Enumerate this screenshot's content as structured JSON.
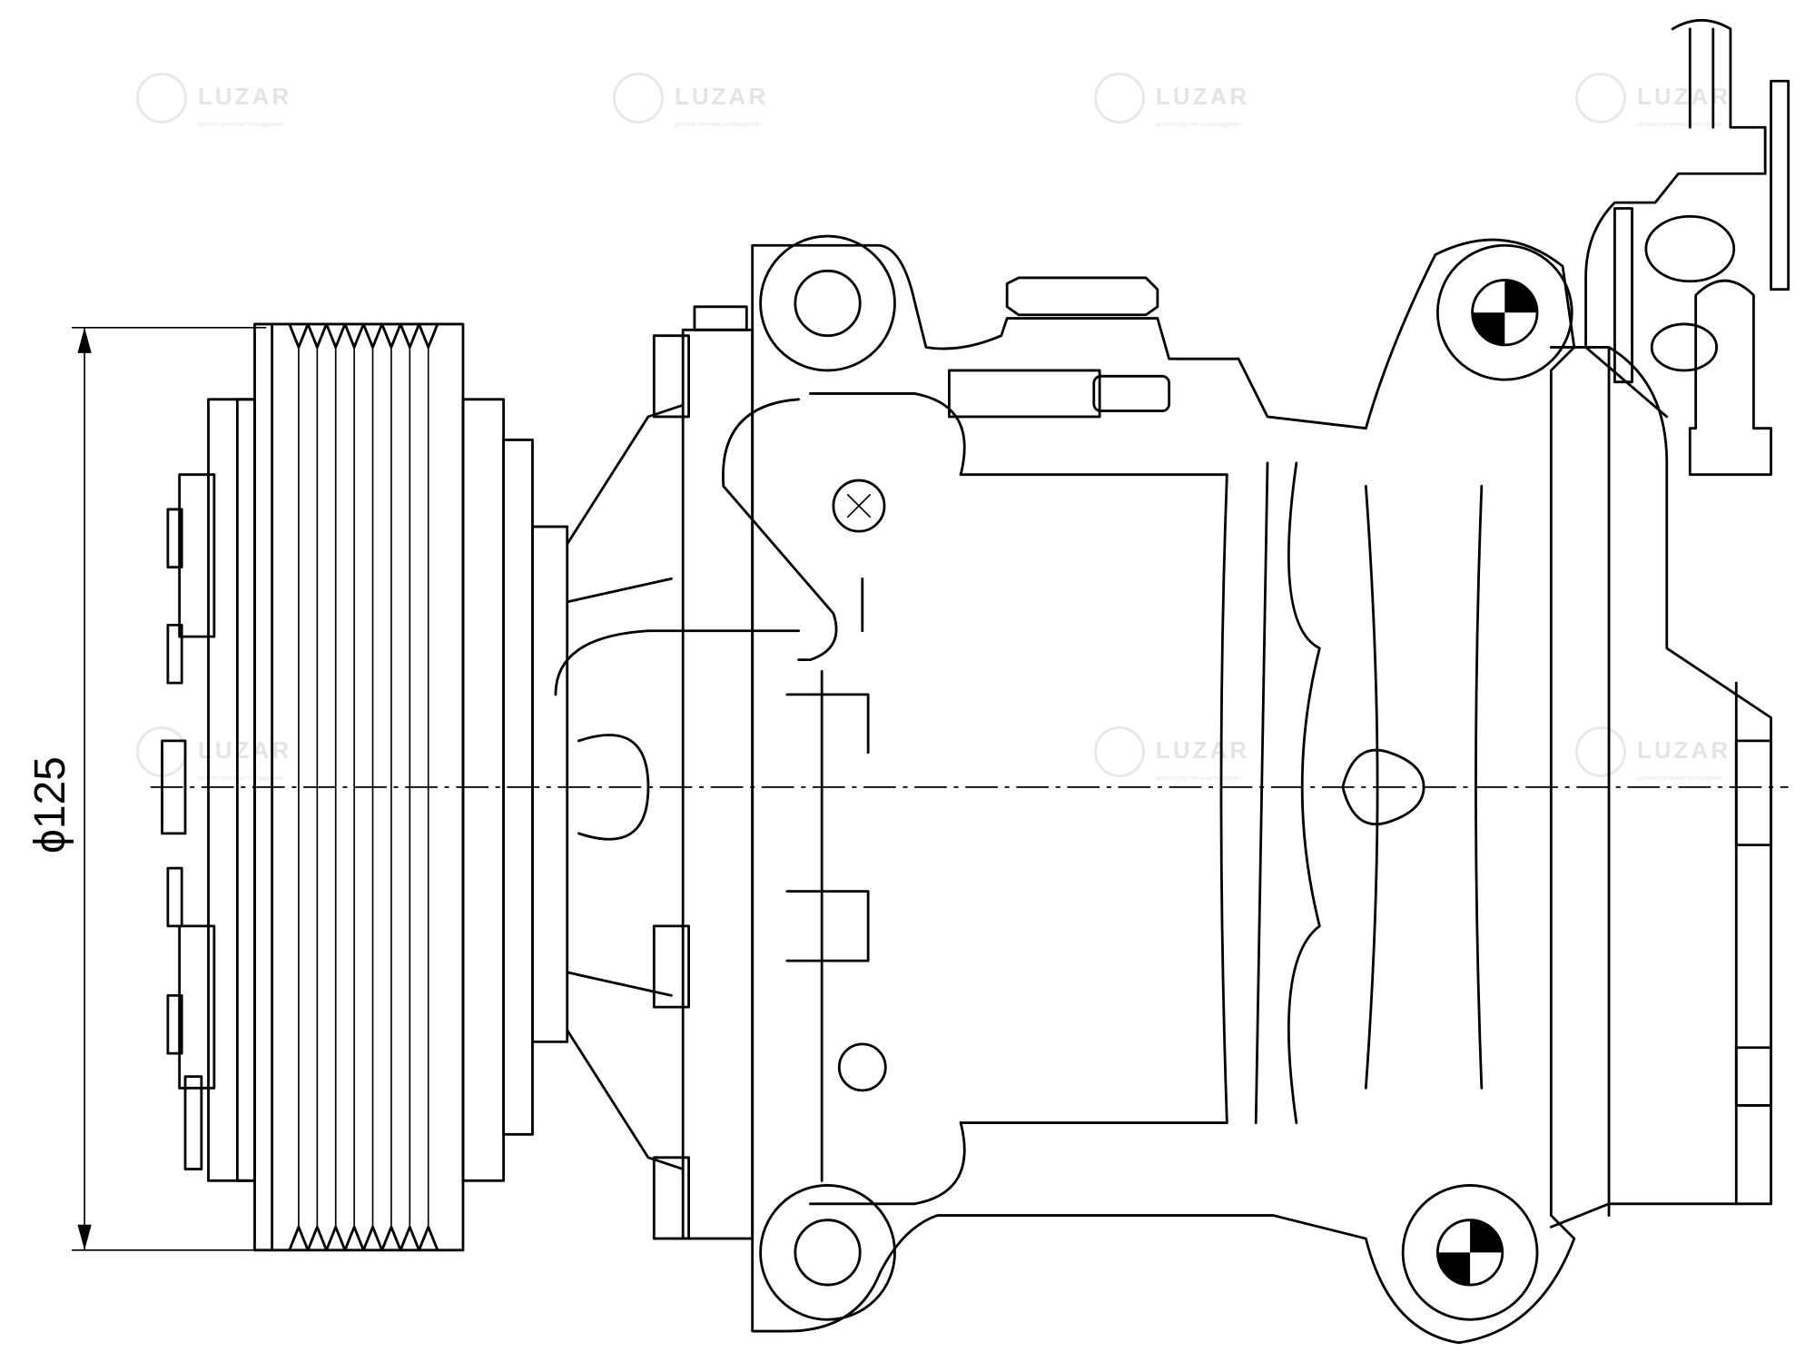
{
  "watermark": {
    "brand": "LUZAR",
    "tagline": "детали системы охлаждения"
  },
  "dimension": {
    "label": "ϕ125"
  },
  "colors": {
    "line": "#000000",
    "watermark": "#e4e4e4",
    "background": "#ffffff"
  }
}
